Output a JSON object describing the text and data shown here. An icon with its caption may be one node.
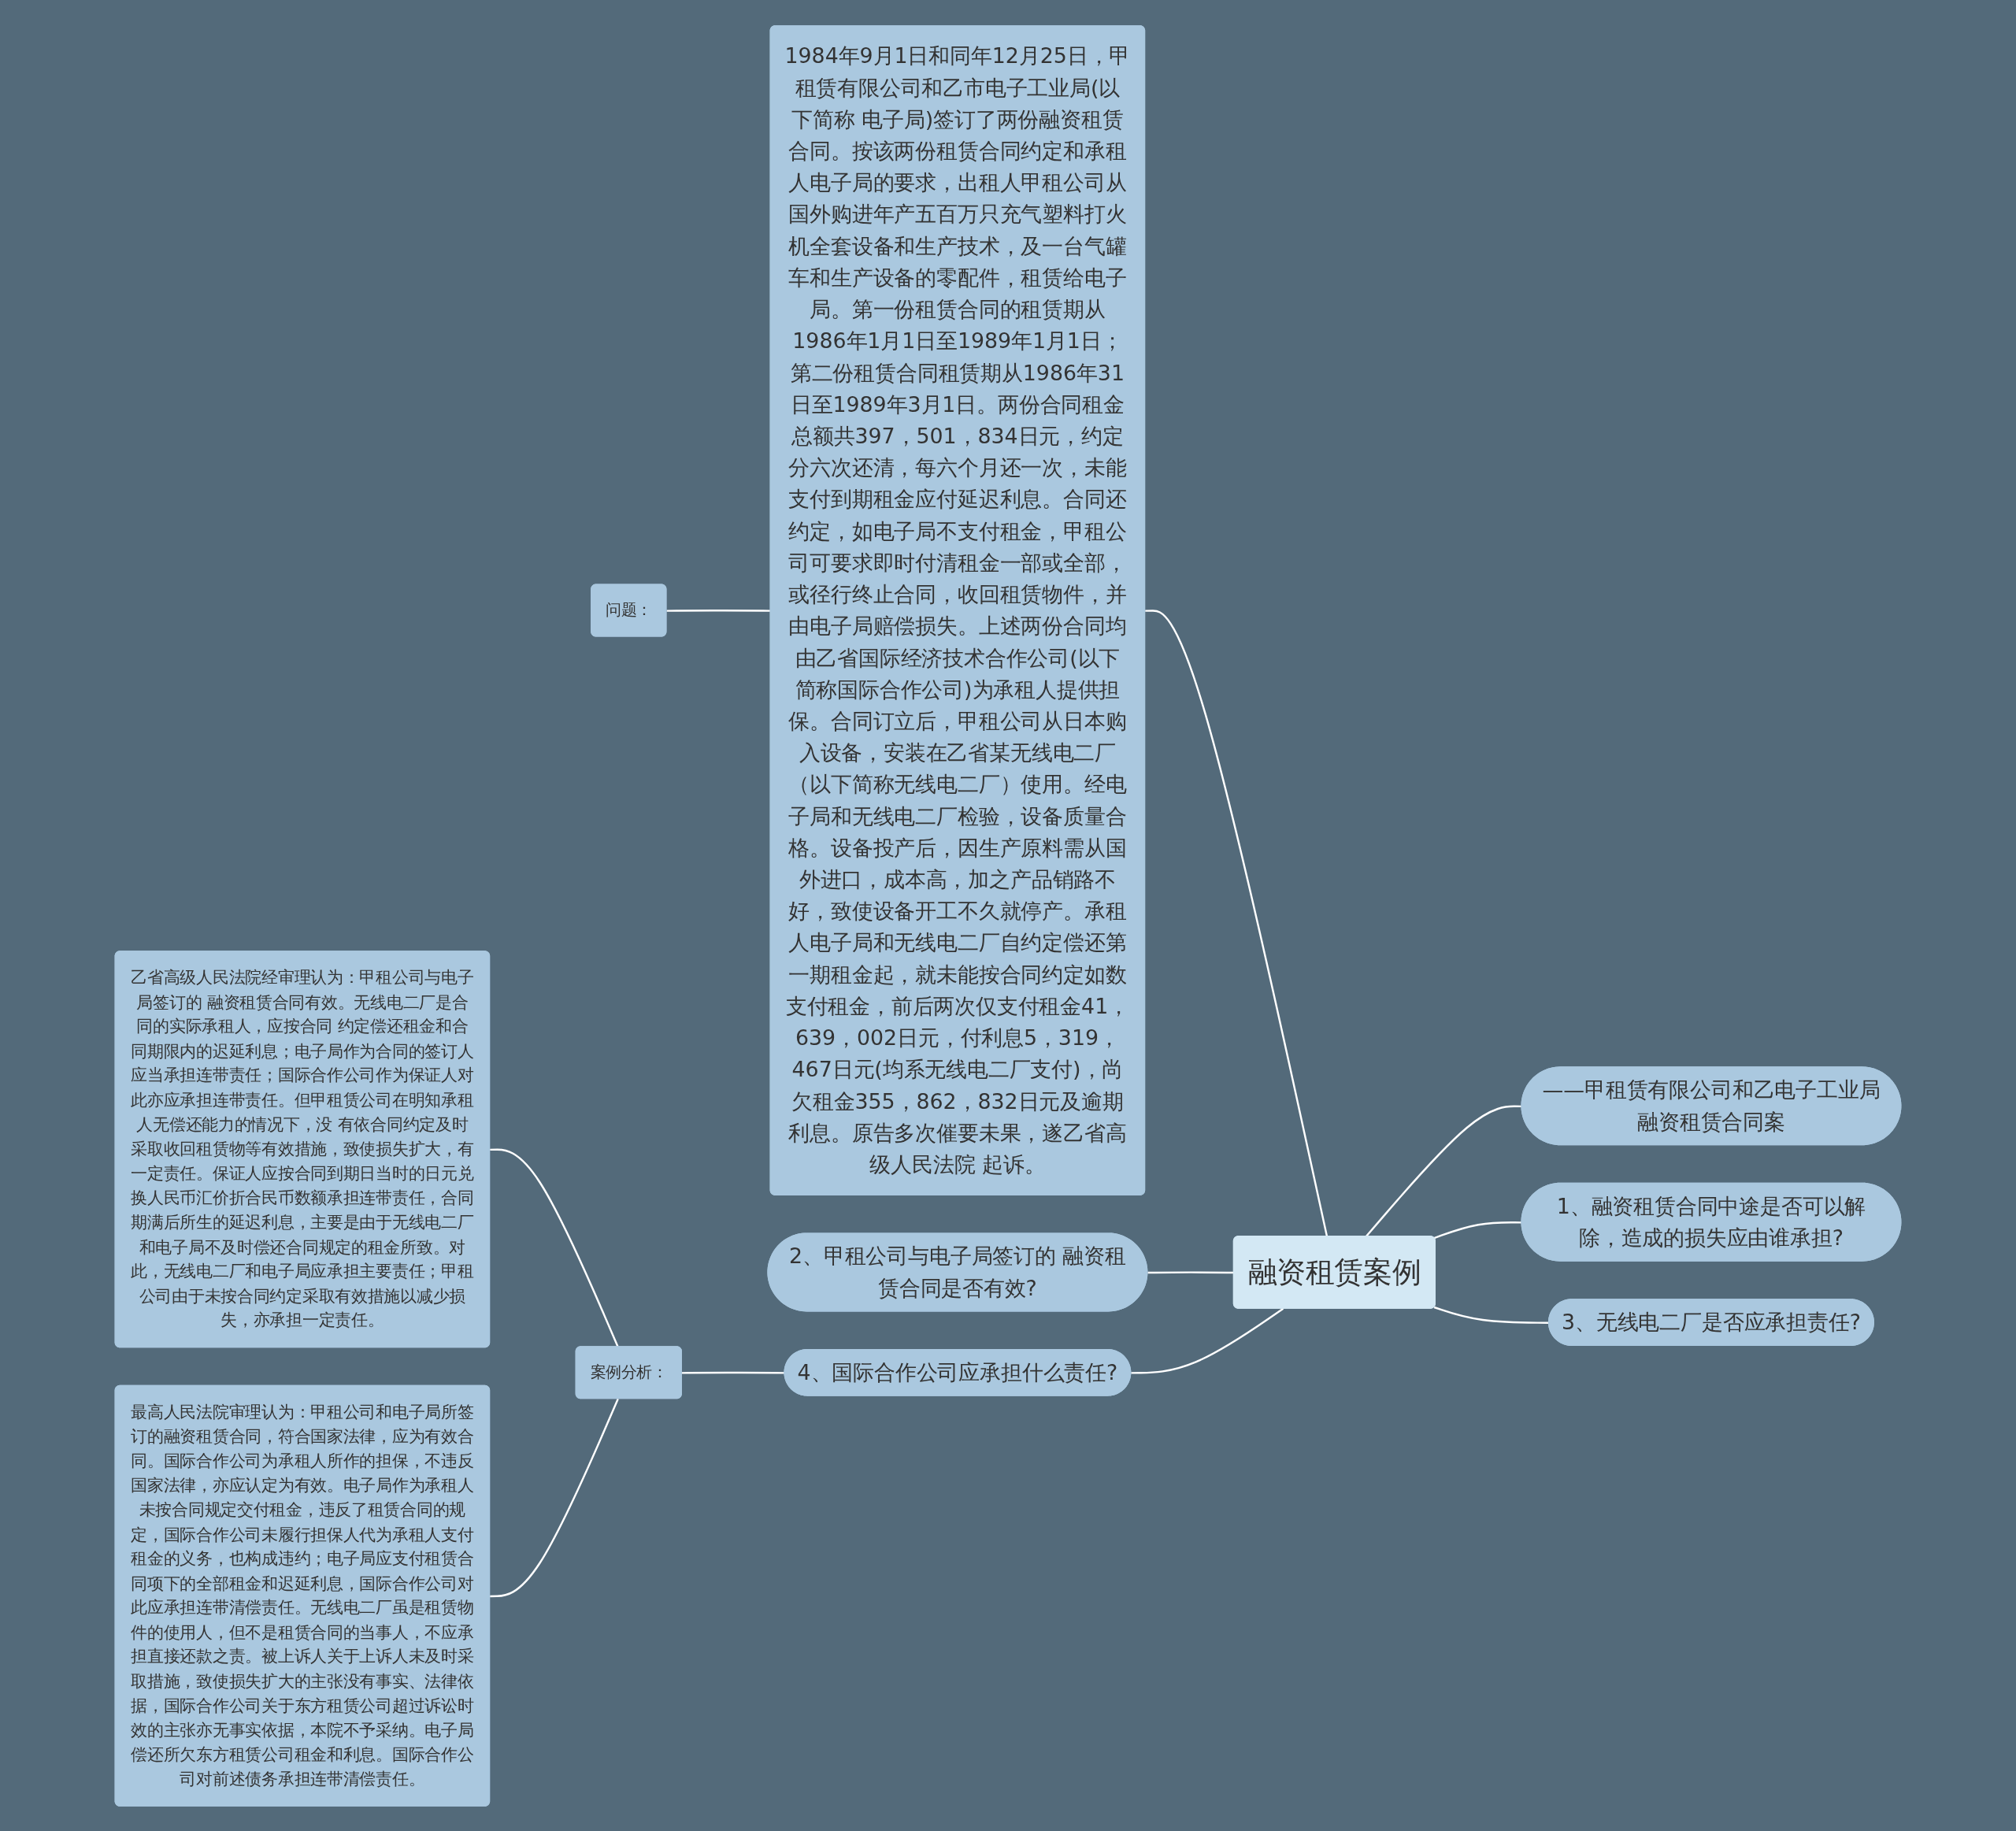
{
  "diagram": {
    "nodes": [
      {
        "text": [
          "融资租赁案例"
        ]
      },
      {
        "text": [
          "1984年9月1日和同年12月25日，甲租赁有限公司和乙市电子工业局(以下简称 电子局)签订了两份融资租赁合同。按该两份租赁合同约定和承租人电子局的要求，出租人甲租公司从国外购进年产五百万只充气塑料打火机全套设备和生产技术，及一台气罐车和生产设备的零配件，租赁给电子局。第一份租赁合同的租赁期从1986年1月1日至1989年1月1日；第二份租赁合同租赁期从1986年31日至1989年3月1日。两份合同租金总额共397，501，834日元，约定分六次还清，每六个月还一次，未能支付到期租金应付延迟利息。合同还约定，如电子局不支付租金，甲租公司可要求即时付清租金一部或全部，或径行终止合同，收回租赁物件，并由电子局赔偿损失。上述两份合同均由乙省国际经济技术合作公司(以下简称国际合作公司)为承租人提供担保。合同订立后，甲租公司从日本购入设备，安装在乙省某无线电二厂（以下简称无线电二厂）使用。经电子局和无线电二厂检验，设备质量合格。设备投产后，因生产原料需从国外进口，成本高，加之产品销路不好，致使设备开工不久就停产。承租人电子局和无线电二厂自约定偿还第一期租金起，就未能按合同约定如数支付租金，前后两次仅支付租金41，639，002日元，付利息5，319，467日元(均系无线电二厂支付)，尚欠租金355，862，832日元及逾期利息。原告多次催要未果，遂乙省高级人民法院 起诉。"
        ]
      },
      {
        "text": [
          "问题："
        ]
      },
      {
        "text": [
          "——甲租赁有限公司和乙电子工业局融资租赁合同案"
        ]
      },
      {
        "text": [
          "1、融资租赁合同中途是否可以解除，造成的损失应由谁承担?"
        ]
      },
      {
        "text": [
          "2、甲租公司与电子局签订的 融资租赁合同是否有效?"
        ]
      },
      {
        "text": [
          "3、无线电二厂是否应承担责任?"
        ]
      },
      {
        "text": [
          "4、国际合作公司应承担什么责任?"
        ]
      },
      {
        "text": [
          "案例分析："
        ]
      },
      {
        "text": [
          "乙省高级人民法院经审理认为：甲租公司与电子局签订的 融资租赁合同有效。无线电二厂是合同的实际承租人，应按合同 约定偿还租金和合同期限内的迟延利息；电子局作为合同的签订人应当承担连带责任；国际合作公司作为保证人对此亦应承担连带责任。但甲租赁公司在明知承租人无偿还能力的情况下，没 有依合同约定及时采取收回租赁物等有效措施，致使损失扩大，有一定责任。保证人应按合同到期日当时的日元兑换人民币汇价折合民币数额承担连带责任，合同期满后所生的延迟利息，主要是由于无线电二厂和电子局不及时偿还合同规定的租金所致。对此，无线电二厂和电子局应承担主要责任；甲租公司由于未按合同约定采取有效措施以减少损失，亦承担一定责任。"
        ]
      },
      {
        "text": [
          "最高人民法院审理认为：甲租公司和电子局所签订的融资租赁合同，符合国家法律，应为有效合同。国际合作公司为承租人所作的担保，不违反国家法律，亦应认定为有效。电子局作为承租人未按合同规定交付租金，违反了租赁合同的规定，国际合作公司未履行担保人代为承租人支付租金的义务，也构成违约；电子局应支付租赁合同项下的全部租金和迟延利息，国际合作公司对此应承担连带清偿责任。无线电二厂虽是租赁物件的使用人，但不是租赁合同的当事人，不应承担直接还款之责。被上诉人关于上诉人未及时采取措施，致使损失扩大的主张没有事实、法律依据，国际合作公司关于东方租赁公司超过诉讼时效的主张亦无事实依据，本院不予采纳。电子局偿还所欠东方租赁公司租金和利息。国际合作公司对前述债务承担连带清偿责任。"
        ]
      }
    ],
    "edges": [
      {
        "from": 1,
        "to": 0,
        "arrow": "none"
      },
      {
        "from": 2,
        "to": 1,
        "arrow": "none"
      },
      {
        "from": 0,
        "to": 3,
        "arrow": "none"
      },
      {
        "from": 0,
        "to": 4,
        "arrow": "none"
      },
      {
        "from": 5,
        "to": 0,
        "arrow": "none"
      },
      {
        "from": 0,
        "to": 6,
        "arrow": "none"
      },
      {
        "from": 7,
        "to": 0,
        "arrow": "none"
      },
      {
        "from": 8,
        "to": 7,
        "arrow": "none"
      },
      {
        "from": 9,
        "to": 8,
        "arrow": "none"
      },
      {
        "from": 10,
        "to": 8,
        "arrow": "none"
      }
    ]
  }
}
